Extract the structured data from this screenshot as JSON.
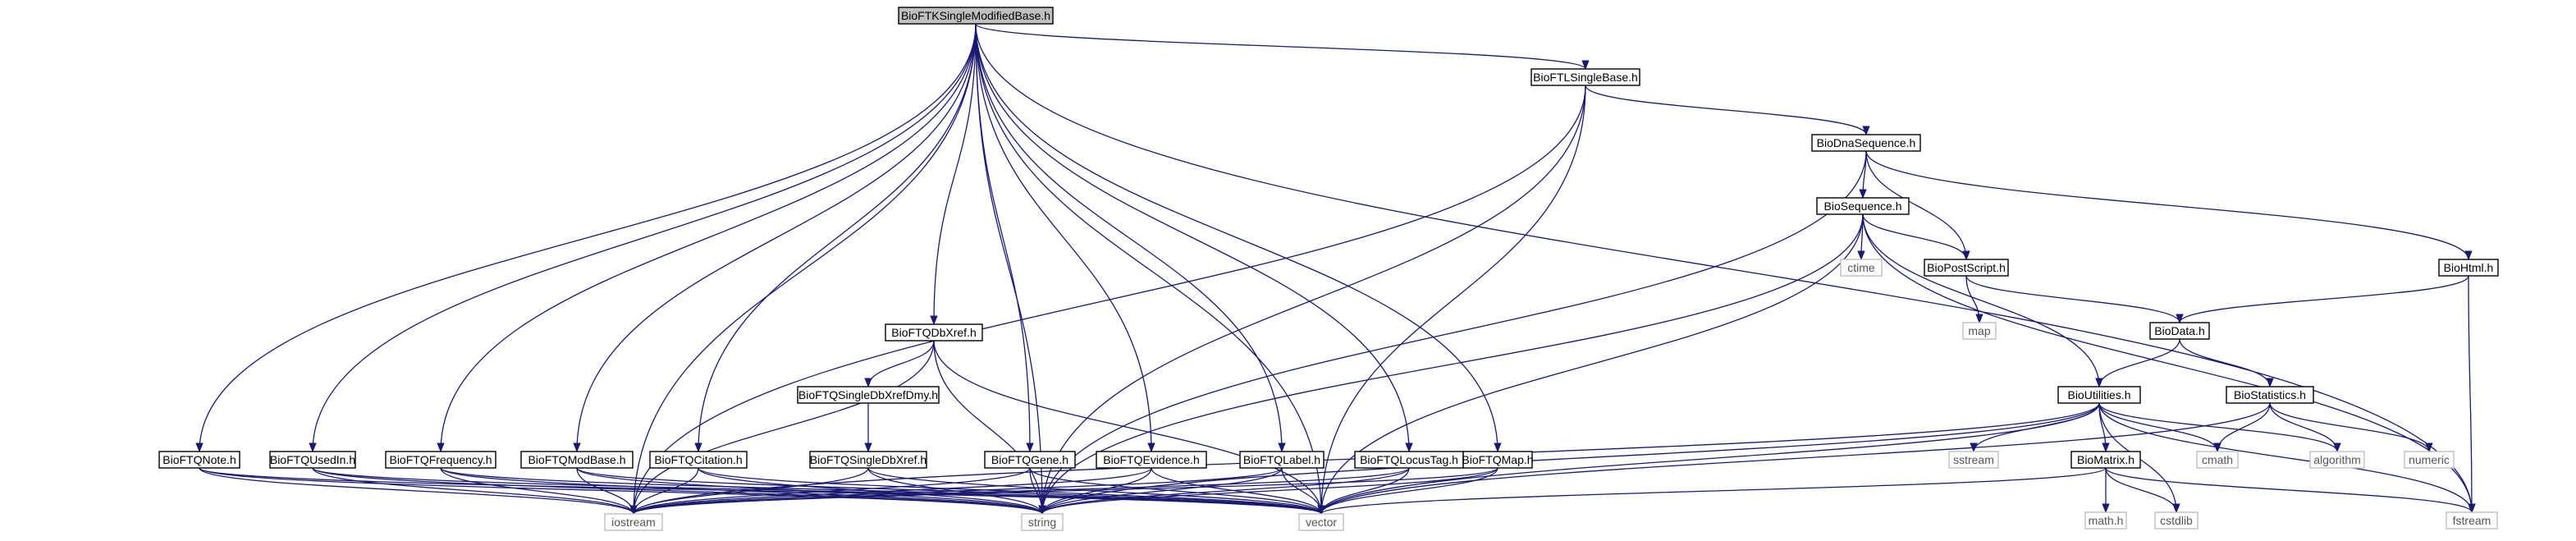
{
  "nodes": [
    {
      "id": "root",
      "label": "BioFTKSingleModifiedBase.h",
      "kind": "root"
    },
    {
      "id": "single_base",
      "label": "BioFTLSingleBase.h",
      "kind": "local"
    },
    {
      "id": "dna_seq",
      "label": "BioDnaSequence.h",
      "kind": "local"
    },
    {
      "id": "sequence",
      "label": "BioSequence.h",
      "kind": "local"
    },
    {
      "id": "ctime",
      "label": "ctime",
      "kind": "system"
    },
    {
      "id": "postscript",
      "label": "BioPostScript.h",
      "kind": "local"
    },
    {
      "id": "map",
      "label": "map",
      "kind": "system"
    },
    {
      "id": "html",
      "label": "BioHtml.h",
      "kind": "local"
    },
    {
      "id": "data",
      "label": "BioData.h",
      "kind": "local"
    },
    {
      "id": "statistics",
      "label": "BioStatistics.h",
      "kind": "local"
    },
    {
      "id": "utilities",
      "label": "BioUtilities.h",
      "kind": "local"
    },
    {
      "id": "sstream",
      "label": "sstream",
      "kind": "system"
    },
    {
      "id": "matrix",
      "label": "BioMatrix.h",
      "kind": "local"
    },
    {
      "id": "cmath",
      "label": "cmath",
      "kind": "system"
    },
    {
      "id": "algorithm",
      "label": "algorithm",
      "kind": "system"
    },
    {
      "id": "numeric",
      "label": "numeric",
      "kind": "system"
    },
    {
      "id": "mathh",
      "label": "math.h",
      "kind": "system"
    },
    {
      "id": "cstdlib",
      "label": "cstdlib",
      "kind": "system"
    },
    {
      "id": "fstream",
      "label": "fstream",
      "kind": "system"
    },
    {
      "id": "dbxref",
      "label": "BioFTQDbXref.h",
      "kind": "local"
    },
    {
      "id": "sdbxref_dmy",
      "label": "BioFTQSingleDbXrefDmy.h",
      "kind": "local"
    },
    {
      "id": "sdbxref",
      "label": "BioFTQSingleDbXref.h",
      "kind": "local"
    },
    {
      "id": "note",
      "label": "BioFTQNote.h",
      "kind": "local"
    },
    {
      "id": "usedin",
      "label": "BioFTQUsedIn.h",
      "kind": "local"
    },
    {
      "id": "frequency",
      "label": "BioFTQFrequency.h",
      "kind": "local"
    },
    {
      "id": "modbase",
      "label": "BioFTQModBase.h",
      "kind": "local"
    },
    {
      "id": "citation",
      "label": "BioFTQCitation.h",
      "kind": "local"
    },
    {
      "id": "gene",
      "label": "BioFTQGene.h",
      "kind": "local"
    },
    {
      "id": "evidence",
      "label": "BioFTQEvidence.h",
      "kind": "local"
    },
    {
      "id": "label",
      "label": "BioFTQLabel.h",
      "kind": "local"
    },
    {
      "id": "locustag",
      "label": "BioFTQLocusTag.h",
      "kind": "local"
    },
    {
      "id": "qmap",
      "label": "BioFTQMap.h",
      "kind": "local"
    },
    {
      "id": "iostream",
      "label": "iostream",
      "kind": "system"
    },
    {
      "id": "string",
      "label": "string",
      "kind": "system"
    },
    {
      "id": "vector",
      "label": "vector",
      "kind": "system"
    }
  ],
  "edges": [
    [
      "root",
      "single_base"
    ],
    [
      "root",
      "iostream"
    ],
    [
      "root",
      "string"
    ],
    [
      "root",
      "vector"
    ],
    [
      "root",
      "fstream"
    ],
    [
      "root",
      "note"
    ],
    [
      "root",
      "usedin"
    ],
    [
      "root",
      "frequency"
    ],
    [
      "root",
      "modbase"
    ],
    [
      "root",
      "citation"
    ],
    [
      "root",
      "dbxref"
    ],
    [
      "root",
      "gene"
    ],
    [
      "root",
      "evidence"
    ],
    [
      "root",
      "label"
    ],
    [
      "root",
      "locustag"
    ],
    [
      "root",
      "qmap"
    ],
    [
      "single_base",
      "dna_seq"
    ],
    [
      "single_base",
      "iostream"
    ],
    [
      "single_base",
      "string"
    ],
    [
      "single_base",
      "vector"
    ],
    [
      "dna_seq",
      "sequence"
    ],
    [
      "dna_seq",
      "postscript"
    ],
    [
      "dna_seq",
      "html"
    ],
    [
      "dna_seq",
      "string"
    ],
    [
      "sequence",
      "ctime"
    ],
    [
      "sequence",
      "postscript"
    ],
    [
      "sequence",
      "utilities"
    ],
    [
      "sequence",
      "fstream"
    ],
    [
      "sequence",
      "string"
    ],
    [
      "sequence",
      "vector"
    ],
    [
      "postscript",
      "map"
    ],
    [
      "postscript",
      "data"
    ],
    [
      "html",
      "data"
    ],
    [
      "html",
      "fstream"
    ],
    [
      "data",
      "utilities"
    ],
    [
      "data",
      "statistics"
    ],
    [
      "statistics",
      "cmath"
    ],
    [
      "statistics",
      "algorithm"
    ],
    [
      "statistics",
      "numeric"
    ],
    [
      "statistics",
      "vector"
    ],
    [
      "utilities",
      "iostream"
    ],
    [
      "utilities",
      "sstream"
    ],
    [
      "utilities",
      "matrix"
    ],
    [
      "utilities",
      "cmath"
    ],
    [
      "utilities",
      "algorithm"
    ],
    [
      "utilities",
      "cstdlib"
    ],
    [
      "utilities",
      "fstream"
    ],
    [
      "utilities",
      "string"
    ],
    [
      "utilities",
      "vector"
    ],
    [
      "matrix",
      "mathh"
    ],
    [
      "matrix",
      "cstdlib"
    ],
    [
      "matrix",
      "fstream"
    ],
    [
      "matrix",
      "vector"
    ],
    [
      "dbxref",
      "sdbxref_dmy"
    ],
    [
      "dbxref",
      "iostream"
    ],
    [
      "dbxref",
      "string"
    ],
    [
      "dbxref",
      "vector"
    ],
    [
      "sdbxref_dmy",
      "sdbxref"
    ],
    [
      "sdbxref",
      "iostream"
    ],
    [
      "sdbxref",
      "string"
    ],
    [
      "sdbxref",
      "vector"
    ],
    [
      "note",
      "iostream"
    ],
    [
      "note",
      "string"
    ],
    [
      "note",
      "vector"
    ],
    [
      "usedin",
      "iostream"
    ],
    [
      "usedin",
      "string"
    ],
    [
      "usedin",
      "vector"
    ],
    [
      "frequency",
      "iostream"
    ],
    [
      "frequency",
      "string"
    ],
    [
      "frequency",
      "vector"
    ],
    [
      "modbase",
      "iostream"
    ],
    [
      "modbase",
      "string"
    ],
    [
      "modbase",
      "vector"
    ],
    [
      "citation",
      "iostream"
    ],
    [
      "citation",
      "string"
    ],
    [
      "citation",
      "vector"
    ],
    [
      "gene",
      "iostream"
    ],
    [
      "gene",
      "string"
    ],
    [
      "gene",
      "vector"
    ],
    [
      "evidence",
      "iostream"
    ],
    [
      "evidence",
      "string"
    ],
    [
      "evidence",
      "vector"
    ],
    [
      "label",
      "iostream"
    ],
    [
      "label",
      "string"
    ],
    [
      "label",
      "vector"
    ],
    [
      "locustag",
      "iostream"
    ],
    [
      "locustag",
      "string"
    ],
    [
      "locustag",
      "vector"
    ],
    [
      "qmap",
      "iostream"
    ],
    [
      "qmap",
      "string"
    ],
    [
      "qmap",
      "vector"
    ]
  ],
  "colors": {
    "edge": "#191970",
    "root_fill": "#bfbfbf",
    "system_border": "#bfbfbf"
  }
}
